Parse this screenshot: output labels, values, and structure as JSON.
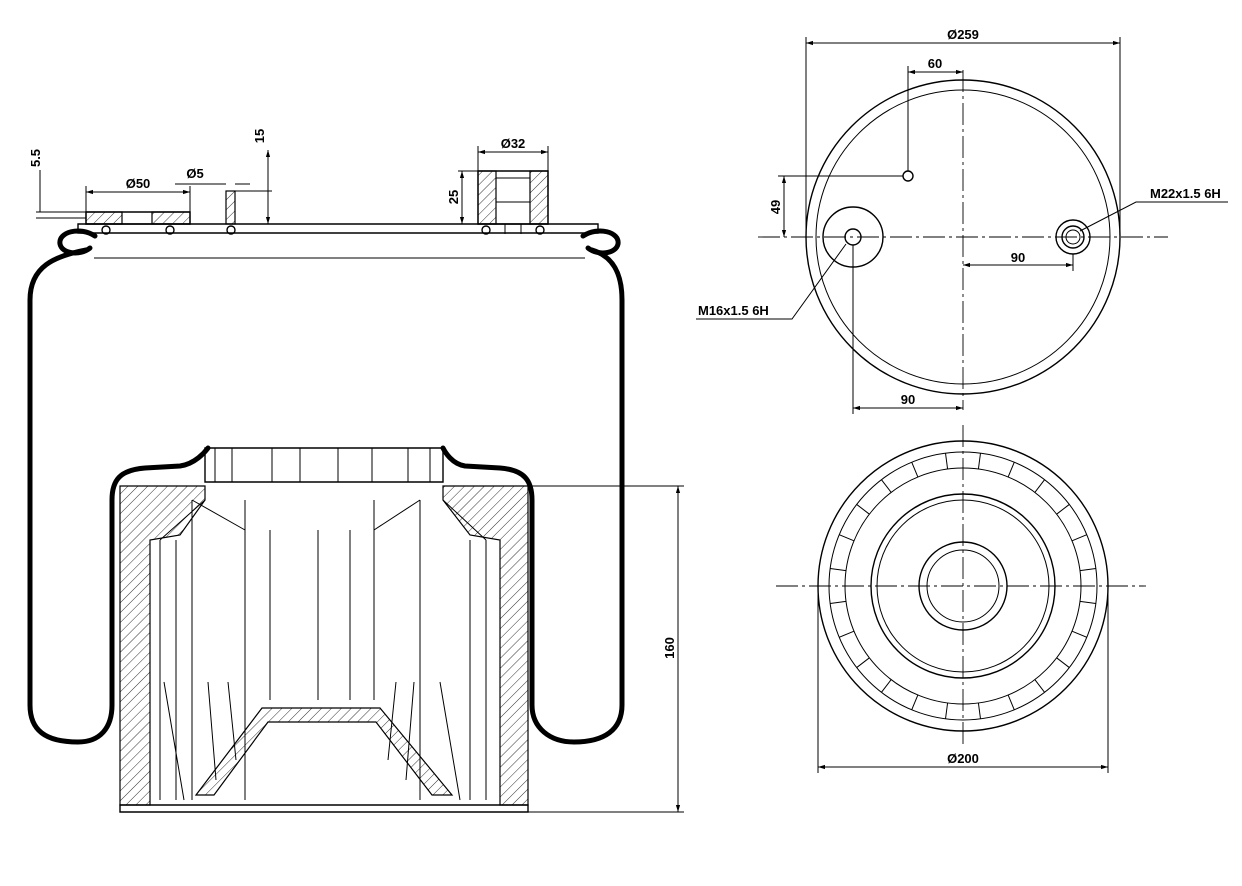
{
  "dimensions": {
    "top_plate_thickness": "5.5",
    "stud_boss_diameter": "Ø50",
    "pin_diameter": "Ø5",
    "pin_height": "15",
    "port_diameter": "Ø32",
    "port_height": "25",
    "overall_height": "160",
    "plate_diameter": "Ø259",
    "pin_offset_x": "60",
    "pin_offset_y": "49",
    "port_offset": "90",
    "stud_offset": "90",
    "port_thread": "M22x1.5 6H",
    "stud_thread": "M16x1.5 6H",
    "piston_diameter": "Ø200"
  },
  "colors": {
    "line": "#000000",
    "background": "#ffffff"
  }
}
